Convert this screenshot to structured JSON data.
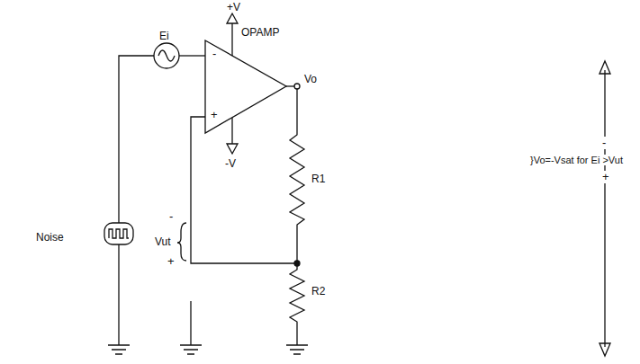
{
  "diagram": {
    "labels": [
      "+V",
      "OPAMP",
      "Ei",
      "-",
      "+",
      "Vo",
      "R1",
      "R2",
      "-V",
      "Noise",
      "Vut",
      "-",
      "+",
      "}Vo=-Vsat for Ei >Vut",
      "-",
      "+"
    ]
  }
}
